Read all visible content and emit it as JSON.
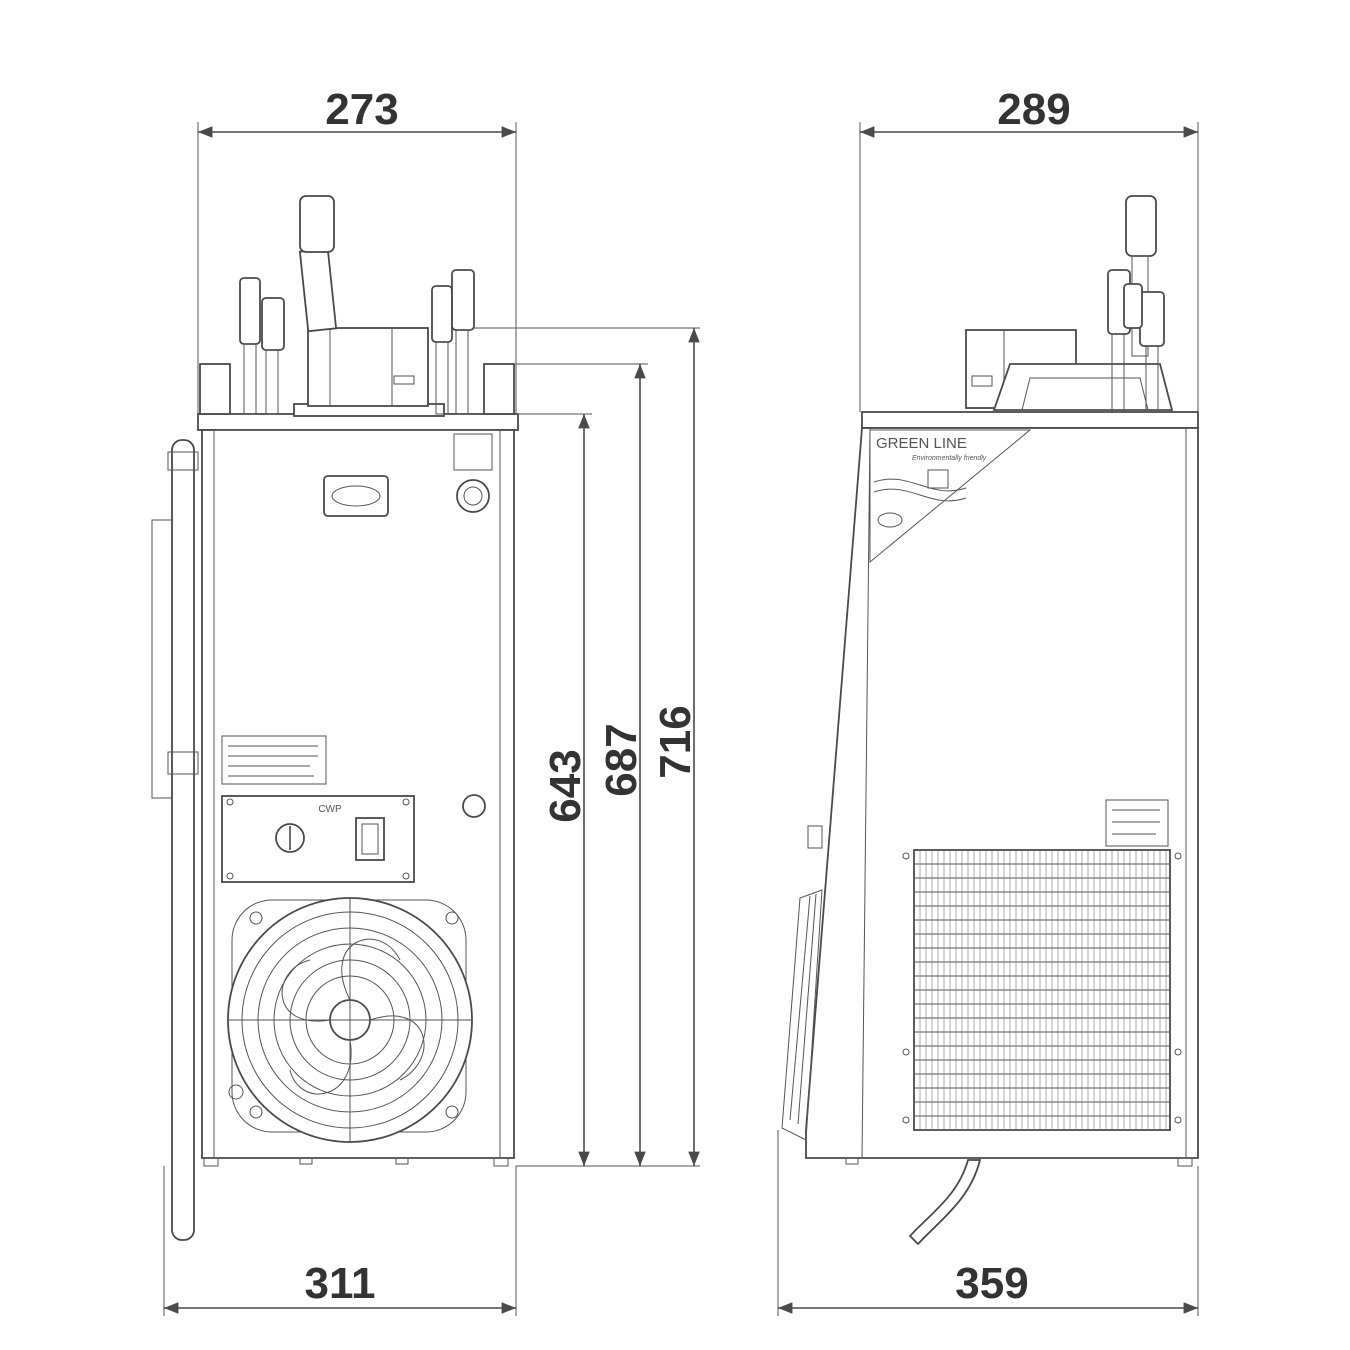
{
  "dimensions": {
    "front_top_width": "273",
    "front_bottom_width": "311",
    "side_top_width": "289",
    "side_bottom_width": "359",
    "height_body": "643",
    "height_with_lid": "687",
    "height_overall": "716"
  },
  "labels": {
    "brand_panel_title": "GREEN LINE",
    "brand_panel_tagline": "Environmentally friendly",
    "control_panel_title": "CWP"
  },
  "colors": {
    "line": "#4a4a4a",
    "dimension_text": "#333333",
    "background": "#ffffff"
  }
}
